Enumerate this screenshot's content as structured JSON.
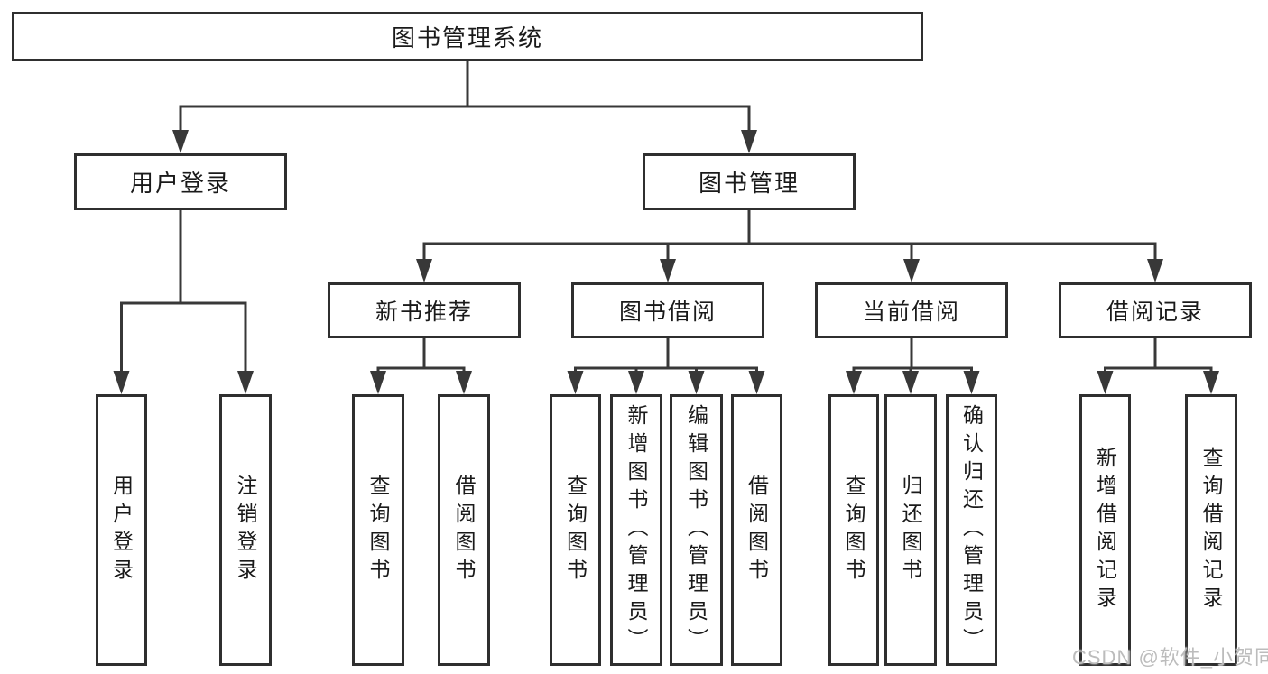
{
  "diagram_title": "图书管理系统",
  "nodes": {
    "root": {
      "label": "图书管理系统"
    },
    "user_login": {
      "label": "用户登录"
    },
    "book_management": {
      "label": "图书管理"
    },
    "new_book_recommend": {
      "label": "新书推荐"
    },
    "book_borrow": {
      "label": "图书借阅"
    },
    "current_borrow": {
      "label": "当前借阅"
    },
    "borrow_records": {
      "label": "借阅记录"
    },
    "leaves": [
      {
        "label": "用户登录"
      },
      {
        "label": "注销登录"
      },
      {
        "label": "查询图书"
      },
      {
        "label": "借阅图书"
      },
      {
        "label": "查询图书"
      },
      {
        "label": "新增图书（管理员）"
      },
      {
        "label": "编辑图书（管理员）"
      },
      {
        "label": "借阅图书"
      },
      {
        "label": "查询图书"
      },
      {
        "label": "归还图书"
      },
      {
        "label": "确认归还（管理员）"
      },
      {
        "label": "新增借阅记录"
      },
      {
        "label": "查询借阅记录"
      }
    ]
  },
  "watermark": {
    "text": "CSDN @软件_小贺同学"
  },
  "colors": {
    "line": "#383838",
    "box_border": "#2f2f2f",
    "box_fill": "#ffffff",
    "text": "#1a1a1a",
    "watermark": "#bcbcbc",
    "background": "#ffffff"
  }
}
